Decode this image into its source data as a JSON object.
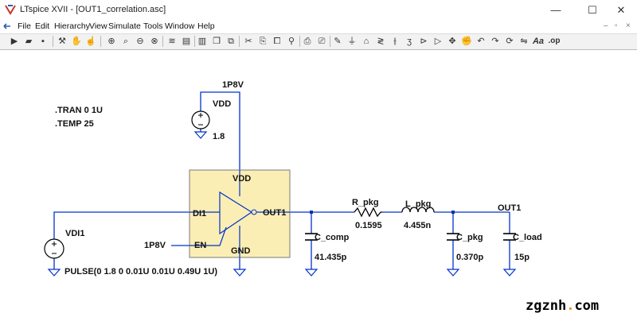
{
  "window": {
    "title": "LTspice XVII - [OUT1_correlation.asc]",
    "minimize_glyph": "—",
    "maximize_glyph": "☐",
    "close_glyph": "✕"
  },
  "menu": {
    "items": [
      "File",
      "Edit",
      "Hierarchy",
      "View",
      "Simulate",
      "Tools",
      "Window",
      "Help"
    ],
    "doc_controls": [
      "–",
      "▫",
      "×"
    ]
  },
  "toolbar": {
    "icons": [
      "run-icon",
      "open-icon",
      "save-icon",
      "control-panel-icon",
      "halt-icon",
      "pan-icon",
      "zoom-in-icon",
      "zoom-pan-icon",
      "zoom-out-icon",
      "zoom-fit-icon",
      "autorange-icon",
      "tile-horizontal-icon",
      "tile-vertical-icon",
      "cascade-icon",
      "cut-icon",
      "copy-icon",
      "paste-icon",
      "find-icon",
      "print-setup-icon",
      "print-icon",
      "draw-wire-icon",
      "ground-icon",
      "label-net-icon",
      "resistor-icon",
      "capacitor-icon",
      "inductor-icon",
      "diode-icon",
      "component-icon",
      "move-icon",
      "drag-icon",
      "undo-icon",
      "redo-icon",
      "rotate-icon",
      "mirror-icon",
      "text-icon",
      "spice-directive-icon"
    ],
    "text_aa": "Aa",
    "text_op": ".op"
  },
  "schematic": {
    "directives": {
      "tran": ".TRAN 0 1U",
      "temp": ".TEMP 25"
    },
    "vdd_source": {
      "name": "VDD",
      "value": "1.8",
      "net": "1P8V"
    },
    "vdi1_source": {
      "name": "VDI1",
      "value": "PULSE(0 1.8 0 0.01U 0.01U 0.49U 1U)"
    },
    "buffer": {
      "vdd_pin": "VDD",
      "in_pin": "DI1",
      "en_pin": "EN",
      "gnd_pin": "GND",
      "out_pin": "OUT1"
    },
    "en_net": "1P8V",
    "c_comp": {
      "name": "C_comp",
      "value": "41.435p"
    },
    "r_pkg": {
      "name": "R_pkg",
      "value": "0.1595"
    },
    "l_pkg": {
      "name": "L_pkg",
      "value": "4.455n"
    },
    "c_pkg": {
      "name": "C_pkg",
      "value": "0.370p"
    },
    "c_load": {
      "name": "C_load",
      "value": "15p"
    },
    "out_net": "OUT1"
  },
  "colors": {
    "wire": "#0033cc",
    "block_fill": "#fbeeb4",
    "block_stroke": "#7a7a7a",
    "component": "#000000",
    "junction": "#0033aa",
    "watermark_accent": "#e8931a"
  },
  "watermark": {
    "part1": "zgznh",
    "dot": ".",
    "part2": "com"
  }
}
